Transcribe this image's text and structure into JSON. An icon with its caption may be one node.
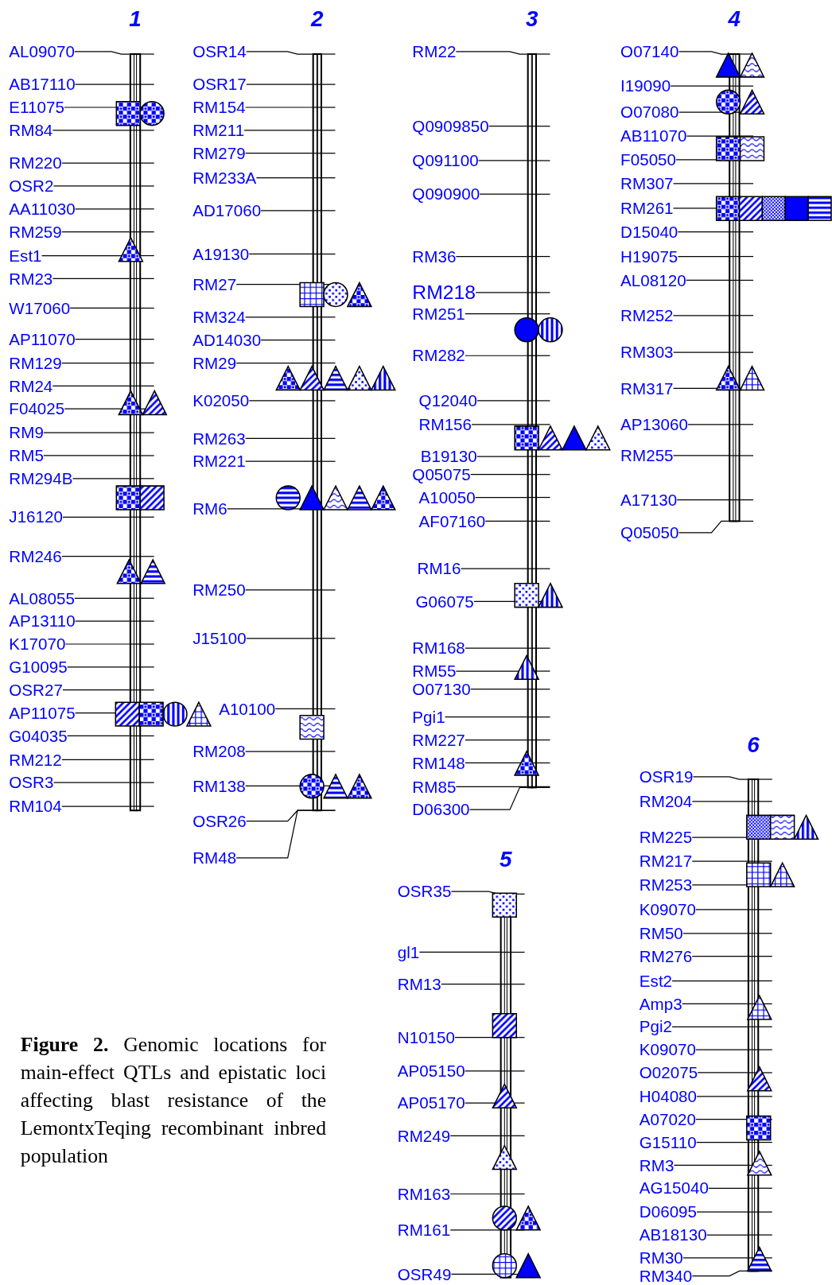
{
  "diagram": {
    "caption": "**Figure 2.** Genomic locations for main-effect QTLs and epistatic loci affecting blast resistance of the LemontxTeqing recombinant inbred population",
    "nodes": [
      {
        "text": [
          "1"
        ]
      },
      {
        "text": [
          "AL09070"
        ]
      },
      {
        "text": [
          "AB17110"
        ]
      },
      {
        "text": [
          "E11075"
        ]
      },
      {
        "text": [
          "RM84"
        ]
      },
      {
        "text": [
          "RM220"
        ]
      },
      {
        "text": [
          "OSR2"
        ]
      },
      {
        "text": [
          "AA11030"
        ]
      },
      {
        "text": [
          "RM259"
        ]
      },
      {
        "text": [
          "Est1"
        ]
      },
      {
        "text": [
          "RM23"
        ]
      },
      {
        "text": [
          "W17060"
        ]
      },
      {
        "text": [
          "AP11070"
        ]
      },
      {
        "text": [
          "RM129"
        ]
      },
      {
        "text": [
          "RM24"
        ]
      },
      {
        "text": [
          "F04025"
        ]
      },
      {
        "text": [
          "RM9"
        ]
      },
      {
        "text": [
          "RM5"
        ]
      },
      {
        "text": [
          "RM294B"
        ]
      },
      {
        "text": [
          "J16120"
        ]
      },
      {
        "text": [
          "RM246"
        ]
      },
      {
        "text": [
          "AL08055"
        ]
      },
      {
        "text": [
          "AP13110"
        ]
      },
      {
        "text": [
          "K17070"
        ]
      },
      {
        "text": [
          "G10095"
        ]
      },
      {
        "text": [
          "OSR27"
        ]
      },
      {
        "text": [
          "AP11075"
        ]
      },
      {
        "text": [
          "G04035"
        ]
      },
      {
        "text": [
          "RM212"
        ]
      },
      {
        "text": [
          "OSR3"
        ]
      },
      {
        "text": [
          "RM104"
        ]
      },
      {
        "text": [
          "2"
        ]
      },
      {
        "text": [
          "OSR14"
        ]
      },
      {
        "text": [
          "OSR17"
        ]
      },
      {
        "text": [
          "RM154"
        ]
      },
      {
        "text": [
          "RM211"
        ]
      },
      {
        "text": [
          "RM279"
        ]
      },
      {
        "text": [
          "RM233A"
        ]
      },
      {
        "text": [
          "AD17060"
        ]
      },
      {
        "text": [
          "A19130"
        ]
      },
      {
        "text": [
          "RM27"
        ]
      },
      {
        "text": [
          "RM324"
        ]
      },
      {
        "text": [
          "AD14030"
        ]
      },
      {
        "text": [
          "RM29"
        ]
      },
      {
        "text": [
          "K02050"
        ]
      },
      {
        "text": [
          "RM263"
        ]
      },
      {
        "text": [
          "RM221"
        ]
      },
      {
        "text": [
          "RM6"
        ]
      },
      {
        "text": [
          "RM250"
        ]
      },
      {
        "text": [
          "J15100"
        ]
      },
      {
        "text": [
          "A10100"
        ]
      },
      {
        "text": [
          "RM208"
        ]
      },
      {
        "text": [
          "RM138"
        ]
      },
      {
        "text": [
          "OSR26"
        ]
      },
      {
        "text": [
          "RM48"
        ]
      },
      {
        "text": [
          "3"
        ]
      },
      {
        "text": [
          "RM22"
        ]
      },
      {
        "text": [
          "Q0909850"
        ]
      },
      {
        "text": [
          "Q091100"
        ]
      },
      {
        "text": [
          "Q090900"
        ]
      },
      {
        "text": [
          "RM36"
        ]
      },
      {
        "text": [
          "RM218"
        ]
      },
      {
        "text": [
          "RM251"
        ]
      },
      {
        "text": [
          "RM282"
        ]
      },
      {
        "text": [
          "Q12040"
        ]
      },
      {
        "text": [
          "RM156"
        ]
      },
      {
        "text": [
          "B19130"
        ]
      },
      {
        "text": [
          "Q05075"
        ]
      },
      {
        "text": [
          "A10050"
        ]
      },
      {
        "text": [
          "AF07160"
        ]
      },
      {
        "text": [
          "RM16"
        ]
      },
      {
        "text": [
          "G06075"
        ]
      },
      {
        "text": [
          "RM168"
        ]
      },
      {
        "text": [
          "RM55"
        ]
      },
      {
        "text": [
          "O07130"
        ]
      },
      {
        "text": [
          "Pgi1"
        ]
      },
      {
        "text": [
          "RM227"
        ]
      },
      {
        "text": [
          "RM148"
        ]
      },
      {
        "text": [
          "RM85"
        ]
      },
      {
        "text": [
          "D06300"
        ]
      },
      {
        "text": [
          "4"
        ]
      },
      {
        "text": [
          "O07140"
        ]
      },
      {
        "text": [
          "I19090"
        ]
      },
      {
        "text": [
          "O07080"
        ]
      },
      {
        "text": [
          "AB11070"
        ]
      },
      {
        "text": [
          "F05050"
        ]
      },
      {
        "text": [
          "RM307"
        ]
      },
      {
        "text": [
          "RM261"
        ]
      },
      {
        "text": [
          "D15040"
        ]
      },
      {
        "text": [
          "H19075"
        ]
      },
      {
        "text": [
          "AL08120"
        ]
      },
      {
        "text": [
          "RM252"
        ]
      },
      {
        "text": [
          "RM303"
        ]
      },
      {
        "text": [
          "RM317"
        ]
      },
      {
        "text": [
          "AP13060"
        ]
      },
      {
        "text": [
          "RM255"
        ]
      },
      {
        "text": [
          "A17130"
        ]
      },
      {
        "text": [
          "Q05050"
        ]
      },
      {
        "text": [
          "5"
        ]
      },
      {
        "text": [
          "OSR35"
        ]
      },
      {
        "text": [
          "gl1"
        ]
      },
      {
        "text": [
          "RM13"
        ]
      },
      {
        "text": [
          "N10150"
        ]
      },
      {
        "text": [
          "AP05150"
        ]
      },
      {
        "text": [
          "AP05170"
        ]
      },
      {
        "text": [
          "RM249"
        ]
      },
      {
        "text": [
          "RM163"
        ]
      },
      {
        "text": [
          "RM161"
        ]
      },
      {
        "text": [
          "OSR49"
        ]
      },
      {
        "text": [
          "6"
        ]
      },
      {
        "text": [
          "OSR19"
        ]
      },
      {
        "text": [
          "RM204"
        ]
      },
      {
        "text": [
          "RM225"
        ]
      },
      {
        "text": [
          "RM217"
        ]
      },
      {
        "text": [
          "RM253"
        ]
      },
      {
        "text": [
          "K09070"
        ]
      },
      {
        "text": [
          "RM50"
        ]
      },
      {
        "text": [
          "RM276"
        ]
      },
      {
        "text": [
          "Est2"
        ]
      },
      {
        "text": [
          "Amp3"
        ]
      },
      {
        "text": [
          "Pgi2"
        ]
      },
      {
        "text": [
          "K09070"
        ]
      },
      {
        "text": [
          "O02075"
        ]
      },
      {
        "text": [
          "H04080"
        ]
      },
      {
        "text": [
          "A07020"
        ]
      },
      {
        "text": [
          "G15110"
        ]
      },
      {
        "text": [
          "RM3"
        ]
      },
      {
        "text": [
          "AG15040"
        ]
      },
      {
        "text": [
          "D06095"
        ]
      },
      {
        "text": [
          "AB18130"
        ]
      },
      {
        "text": [
          "RM30"
        ]
      },
      {
        "text": [
          "RM340"
        ]
      }
    ],
    "edges": [
      {
        "from": 1,
        "to": 0,
        "arrow": "none"
      },
      {
        "from": 2,
        "to": 0,
        "arrow": "none"
      },
      {
        "from": 3,
        "to": 0,
        "arrow": "none"
      },
      {
        "from": 4,
        "to": 0,
        "arrow": "none"
      },
      {
        "from": 5,
        "to": 0,
        "arrow": "none"
      },
      {
        "from": 6,
        "to": 0,
        "arrow": "none"
      },
      {
        "from": 7,
        "to": 0,
        "arrow": "none"
      },
      {
        "from": 8,
        "to": 0,
        "arrow": "none"
      },
      {
        "from": 9,
        "to": 0,
        "arrow": "none"
      },
      {
        "from": 10,
        "to": 0,
        "arrow": "none"
      },
      {
        "from": 11,
        "to": 0,
        "arrow": "none"
      },
      {
        "from": 12,
        "to": 0,
        "arrow": "none"
      },
      {
        "from": 13,
        "to": 0,
        "arrow": "none"
      },
      {
        "from": 14,
        "to": 0,
        "arrow": "none"
      },
      {
        "from": 15,
        "to": 0,
        "arrow": "none"
      },
      {
        "from": 16,
        "to": 0,
        "arrow": "none"
      },
      {
        "from": 17,
        "to": 0,
        "arrow": "none"
      },
      {
        "from": 18,
        "to": 0,
        "arrow": "none"
      },
      {
        "from": 19,
        "to": 0,
        "arrow": "none"
      },
      {
        "from": 20,
        "to": 0,
        "arrow": "none"
      },
      {
        "from": 21,
        "to": 0,
        "arrow": "none"
      },
      {
        "from": 22,
        "to": 0,
        "arrow": "none"
      },
      {
        "from": 23,
        "to": 0,
        "arrow": "none"
      },
      {
        "from": 24,
        "to": 0,
        "arrow": "none"
      },
      {
        "from": 25,
        "to": 0,
        "arrow": "none"
      },
      {
        "from": 26,
        "to": 0,
        "arrow": "none"
      },
      {
        "from": 27,
        "to": 0,
        "arrow": "none"
      },
      {
        "from": 28,
        "to": 0,
        "arrow": "none"
      },
      {
        "from": 29,
        "to": 0,
        "arrow": "none"
      },
      {
        "from": 30,
        "to": 0,
        "arrow": "none"
      },
      {
        "from": 32,
        "to": 31,
        "arrow": "none"
      },
      {
        "from": 33,
        "to": 31,
        "arrow": "none"
      },
      {
        "from": 34,
        "to": 31,
        "arrow": "none"
      },
      {
        "from": 35,
        "to": 31,
        "arrow": "none"
      },
      {
        "from": 36,
        "to": 31,
        "arrow": "none"
      },
      {
        "from": 37,
        "to": 31,
        "arrow": "none"
      },
      {
        "from": 38,
        "to": 31,
        "arrow": "none"
      },
      {
        "from": 39,
        "to": 31,
        "arrow": "none"
      },
      {
        "from": 40,
        "to": 31,
        "arrow": "none"
      },
      {
        "from": 41,
        "to": 31,
        "arrow": "none"
      },
      {
        "from": 42,
        "to": 31,
        "arrow": "none"
      },
      {
        "from": 43,
        "to": 31,
        "arrow": "none"
      },
      {
        "from": 44,
        "to": 31,
        "arrow": "none"
      },
      {
        "from": 45,
        "to": 31,
        "arrow": "none"
      },
      {
        "from": 46,
        "to": 31,
        "arrow": "none"
      },
      {
        "from": 47,
        "to": 31,
        "arrow": "none"
      },
      {
        "from": 48,
        "to": 31,
        "arrow": "none"
      },
      {
        "from": 49,
        "to": 31,
        "arrow": "none"
      },
      {
        "from": 50,
        "to": 31,
        "arrow": "none"
      },
      {
        "from": 51,
        "to": 31,
        "arrow": "none"
      },
      {
        "from": 52,
        "to": 31,
        "arrow": "none"
      },
      {
        "from": 53,
        "to": 31,
        "arrow": "none"
      },
      {
        "from": 54,
        "to": 31,
        "arrow": "none"
      },
      {
        "from": 56,
        "to": 55,
        "arrow": "none"
      },
      {
        "from": 57,
        "to": 55,
        "arrow": "none"
      },
      {
        "from": 58,
        "to": 55,
        "arrow": "none"
      },
      {
        "from": 59,
        "to": 55,
        "arrow": "none"
      },
      {
        "from": 60,
        "to": 55,
        "arrow": "none"
      },
      {
        "from": 61,
        "to": 55,
        "arrow": "none"
      },
      {
        "from": 62,
        "to": 55,
        "arrow": "none"
      },
      {
        "from": 63,
        "to": 55,
        "arrow": "none"
      },
      {
        "from": 64,
        "to": 55,
        "arrow": "none"
      },
      {
        "from": 65,
        "to": 55,
        "arrow": "none"
      },
      {
        "from": 66,
        "to": 55,
        "arrow": "none"
      },
      {
        "from": 67,
        "to": 55,
        "arrow": "none"
      },
      {
        "from": 68,
        "to": 55,
        "arrow": "none"
      },
      {
        "from": 69,
        "to": 55,
        "arrow": "none"
      },
      {
        "from": 70,
        "to": 55,
        "arrow": "none"
      },
      {
        "from": 71,
        "to": 55,
        "arrow": "none"
      },
      {
        "from": 72,
        "to": 55,
        "arrow": "none"
      },
      {
        "from": 73,
        "to": 55,
        "arrow": "none"
      },
      {
        "from": 74,
        "to": 55,
        "arrow": "none"
      },
      {
        "from": 75,
        "to": 55,
        "arrow": "none"
      },
      {
        "from": 76,
        "to": 55,
        "arrow": "none"
      },
      {
        "from": 77,
        "to": 55,
        "arrow": "none"
      },
      {
        "from": 78,
        "to": 55,
        "arrow": "none"
      },
      {
        "from": 79,
        "to": 55,
        "arrow": "none"
      },
      {
        "from": 81,
        "to": 80,
        "arrow": "none"
      },
      {
        "from": 82,
        "to": 80,
        "arrow": "none"
      },
      {
        "from": 83,
        "to": 80,
        "arrow": "none"
      },
      {
        "from": 84,
        "to": 80,
        "arrow": "none"
      },
      {
        "from": 85,
        "to": 80,
        "arrow": "none"
      },
      {
        "from": 86,
        "to": 80,
        "arrow": "none"
      },
      {
        "from": 87,
        "to": 80,
        "arrow": "none"
      },
      {
        "from": 88,
        "to": 80,
        "arrow": "none"
      },
      {
        "from": 89,
        "to": 80,
        "arrow": "none"
      },
      {
        "from": 90,
        "to": 80,
        "arrow": "none"
      },
      {
        "from": 91,
        "to": 80,
        "arrow": "none"
      },
      {
        "from": 92,
        "to": 80,
        "arrow": "none"
      },
      {
        "from": 93,
        "to": 80,
        "arrow": "none"
      },
      {
        "from": 94,
        "to": 80,
        "arrow": "none"
      },
      {
        "from": 95,
        "to": 80,
        "arrow": "none"
      },
      {
        "from": 96,
        "to": 80,
        "arrow": "none"
      },
      {
        "from": 97,
        "to": 80,
        "arrow": "none"
      },
      {
        "from": 99,
        "to": 98,
        "arrow": "none"
      },
      {
        "from": 100,
        "to": 98,
        "arrow": "none"
      },
      {
        "from": 101,
        "to": 98,
        "arrow": "none"
      },
      {
        "from": 102,
        "to": 98,
        "arrow": "none"
      },
      {
        "from": 103,
        "to": 98,
        "arrow": "none"
      },
      {
        "from": 104,
        "to": 98,
        "arrow": "none"
      },
      {
        "from": 105,
        "to": 98,
        "arrow": "none"
      },
      {
        "from": 106,
        "to": 98,
        "arrow": "none"
      },
      {
        "from": 107,
        "to": 98,
        "arrow": "none"
      },
      {
        "from": 108,
        "to": 98,
        "arrow": "none"
      },
      {
        "from": 110,
        "to": 109,
        "arrow": "none"
      },
      {
        "from": 111,
        "to": 109,
        "arrow": "none"
      },
      {
        "from": 112,
        "to": 109,
        "arrow": "none"
      },
      {
        "from": 113,
        "to": 109,
        "arrow": "none"
      },
      {
        "from": 114,
        "to": 109,
        "arrow": "none"
      },
      {
        "from": 115,
        "to": 109,
        "arrow": "none"
      },
      {
        "from": 116,
        "to": 109,
        "arrow": "none"
      },
      {
        "from": 117,
        "to": 109,
        "arrow": "none"
      },
      {
        "from": 118,
        "to": 109,
        "arrow": "none"
      },
      {
        "from": 119,
        "to": 109,
        "arrow": "none"
      },
      {
        "from": 120,
        "to": 109,
        "arrow": "none"
      },
      {
        "from": 121,
        "to": 109,
        "arrow": "none"
      },
      {
        "from": 122,
        "to": 109,
        "arrow": "none"
      },
      {
        "from": 123,
        "to": 109,
        "arrow": "none"
      },
      {
        "from": 124,
        "to": 109,
        "arrow": "none"
      },
      {
        "from": 125,
        "to": 109,
        "arrow": "none"
      },
      {
        "from": 126,
        "to": 109,
        "arrow": "none"
      },
      {
        "from": 127,
        "to": 109,
        "arrow": "none"
      },
      {
        "from": 128,
        "to": 109,
        "arrow": "none"
      },
      {
        "from": 129,
        "to": 109,
        "arrow": "none"
      },
      {
        "from": 130,
        "to": 109,
        "arrow": "none"
      },
      {
        "from": 131,
        "to": 109,
        "arrow": "none"
      }
    ]
  }
}
